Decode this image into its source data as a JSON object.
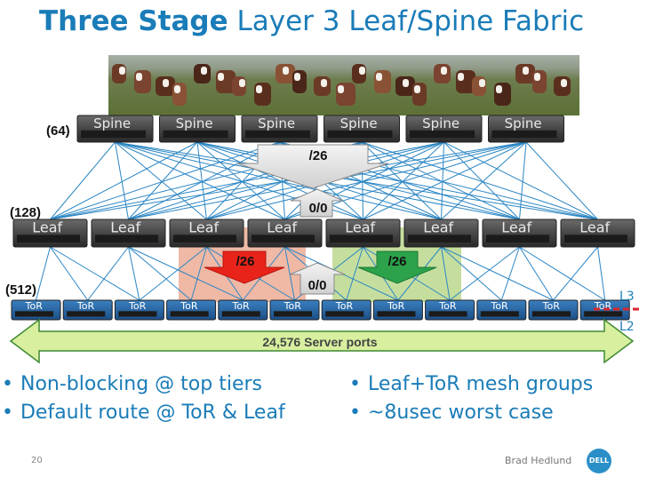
{
  "slide": {
    "title_bold": "Three Stage",
    "title_rest": "Layer 3 Leaf/Spine Fabric",
    "slide_number": "20",
    "author": "Brad Hedlund",
    "logo_text": "DELL"
  },
  "diagram": {
    "spine": {
      "count_label": "(64)",
      "switch_label": "Spine",
      "switches": 6
    },
    "leaf": {
      "count_label": "(128)",
      "switch_label": "Leaf",
      "switches": 8
    },
    "tor": {
      "count_label": "(512)",
      "switch_label": "ToR",
      "switches": 12
    },
    "spine_to_leaf_prefix": "/26",
    "leaf_to_spine_default": "0/0",
    "leaf_to_tor_prefix_left": "/26",
    "leaf_to_tor_prefix_right": "/26",
    "tor_to_leaf_default": "0/0",
    "server_ports": "24,576 Server ports",
    "layer_top": "L3",
    "layer_bottom": "L2",
    "colors": {
      "brand_blue": "#1a7cb8",
      "mesh_line": "#2b86c4",
      "red_arrow": "#e8231a",
      "green_arrow": "#2ca24b",
      "left_group_fill": "#efb9a6",
      "right_group_fill": "#c5de9e",
      "ports_bar": "#d7ef9f",
      "l2_l3_divider": "#d8262c"
    }
  },
  "bullets": {
    "left": [
      "Non-blocking @ top tiers",
      "Default route @ ToR & Leaf"
    ],
    "right": [
      "Leaf+ToR mesh groups",
      "~8usec worst case"
    ]
  }
}
